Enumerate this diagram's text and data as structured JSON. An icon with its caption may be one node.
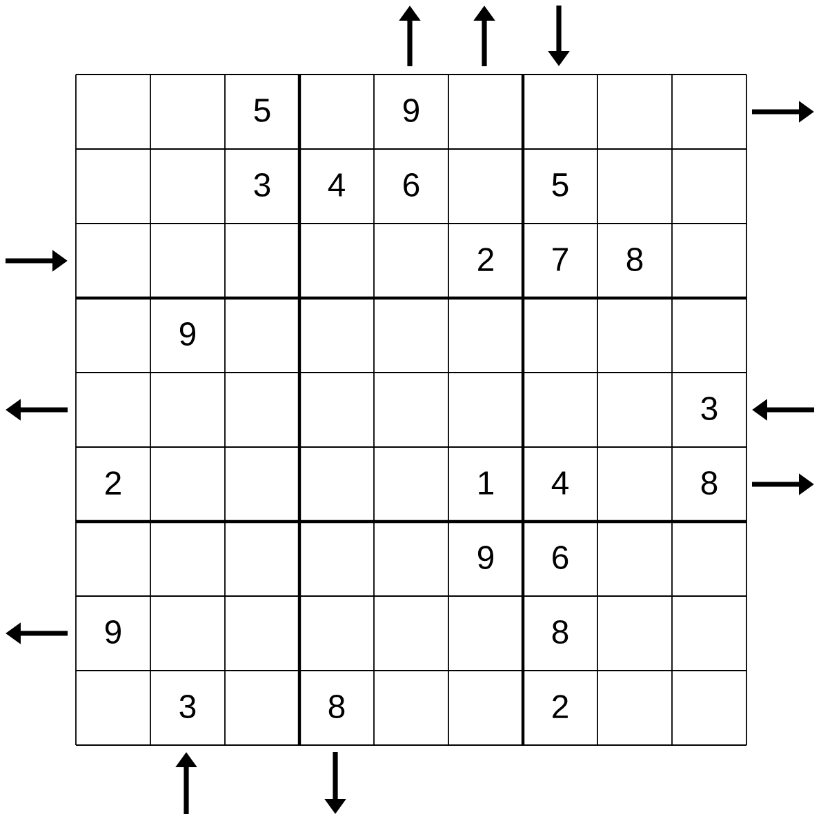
{
  "diagram": {
    "labels": [
      "5",
      "9",
      "3",
      "4",
      "6",
      "5",
      "2",
      "7",
      "8",
      "9",
      "3",
      "2",
      "1",
      "4",
      "8",
      "9",
      "6",
      "9",
      "8",
      "3",
      "8",
      "2"
    ]
  }
}
